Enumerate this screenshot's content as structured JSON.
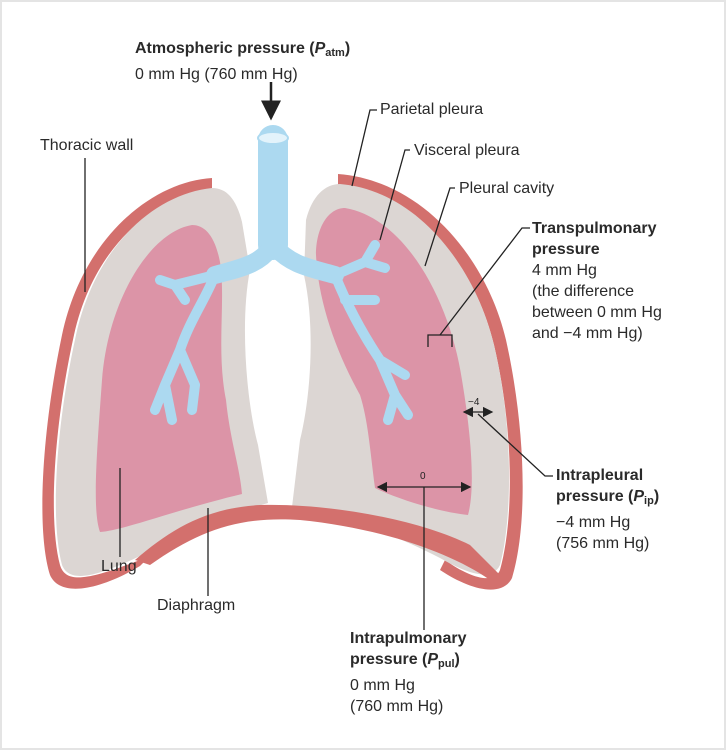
{
  "atmospheric": {
    "title": "Atmospheric pressure (",
    "symbol": "P",
    "subscript": "atm",
    "close": ")",
    "value": "0 mm Hg (760 mm Hg)"
  },
  "labels": {
    "thoracic_wall": "Thoracic wall",
    "parietal_pleura": "Parietal pleura",
    "visceral_pleura": "Visceral pleura",
    "pleural_cavity": "Pleural cavity",
    "lung": "Lung",
    "diaphragm": "Diaphragm"
  },
  "transpulmonary": {
    "title1": "Transpulmonary",
    "title2": "pressure",
    "lines": [
      "4 mm Hg",
      "(the difference",
      "between 0 mm Hg",
      "and −4 mm Hg)"
    ]
  },
  "intrapleural": {
    "title1": "Intrapleural",
    "title2": "pressure (",
    "symbol": "P",
    "subscript": "ip",
    "close": ")",
    "lines": [
      "−4 mm Hg",
      "(756 mm Hg)"
    ]
  },
  "intrapulmonary": {
    "title1": "Intrapulmonary",
    "title2": "pressure (",
    "symbol": "P",
    "subscript": "pul",
    "close": ")",
    "lines": [
      "0 mm Hg",
      "(760 mm Hg)"
    ]
  },
  "markers": {
    "pleural_value": "−4",
    "alveolar_value": "0"
  },
  "colors": {
    "pleura": "#d3706d",
    "cavity": "#dcd6d3",
    "lung": "#dc94a7",
    "airway": "#acd9f0"
  }
}
